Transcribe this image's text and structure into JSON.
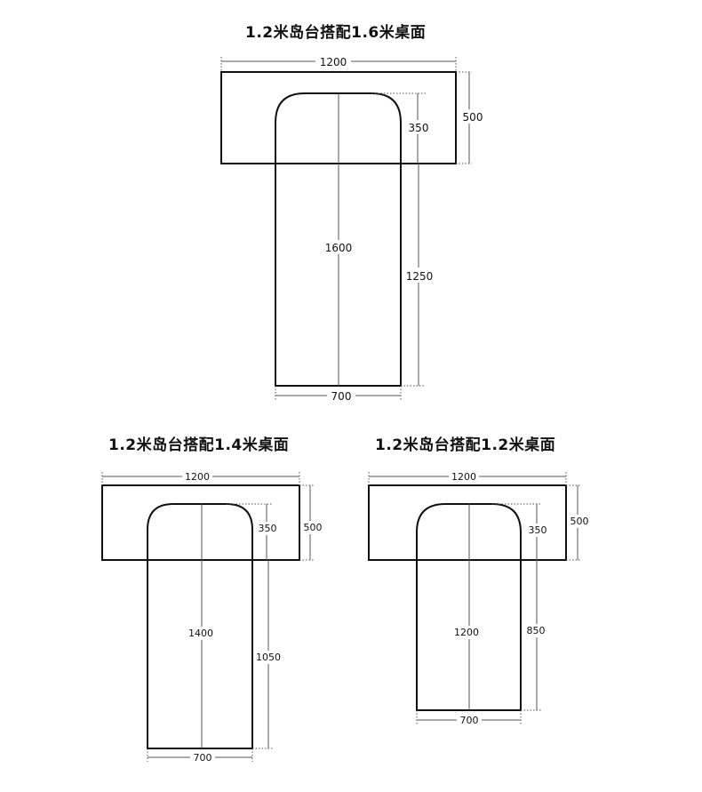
{
  "diagrams": [
    {
      "title": "1.2米岛台搭配1.6米桌面",
      "dims": {
        "island_width": "1200",
        "island_depth": "500",
        "overlap": "350",
        "table_length": "1600",
        "protrusion": "1250",
        "table_width": "700"
      }
    },
    {
      "title": "1.2米岛台搭配1.4米桌面",
      "dims": {
        "island_width": "1200",
        "island_depth": "500",
        "overlap": "350",
        "table_length": "1400",
        "protrusion": "1050",
        "table_width": "700"
      }
    },
    {
      "title": "1.2米岛台搭配1.2米桌面",
      "dims": {
        "island_width": "1200",
        "island_depth": "500",
        "overlap": "350",
        "table_length": "1200",
        "protrusion": "850",
        "table_width": "700"
      }
    }
  ]
}
